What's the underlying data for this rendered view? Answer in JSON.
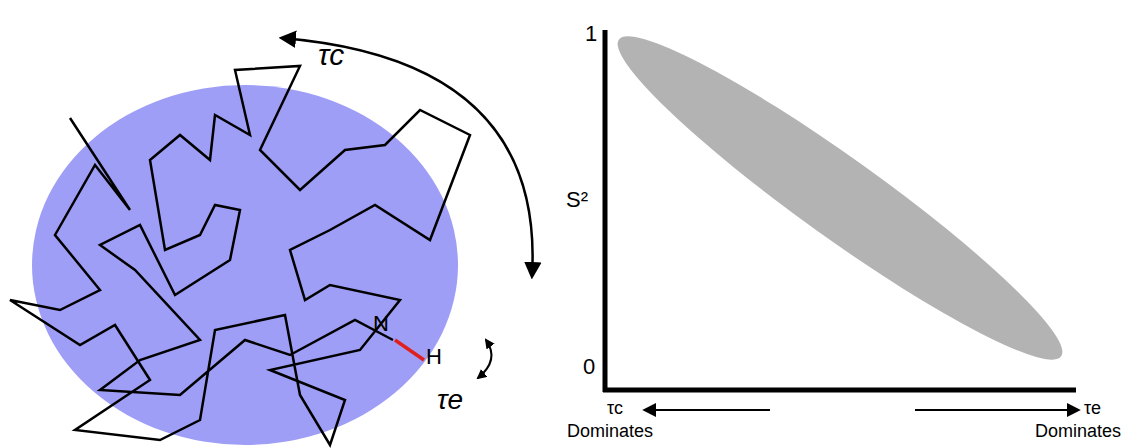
{
  "diagram": {
    "labels": [
      "τc",
      "1",
      "S²",
      "N",
      "H",
      "τe",
      "0",
      "τc",
      "τe",
      "Dominates",
      "Dominates"
    ]
  }
}
